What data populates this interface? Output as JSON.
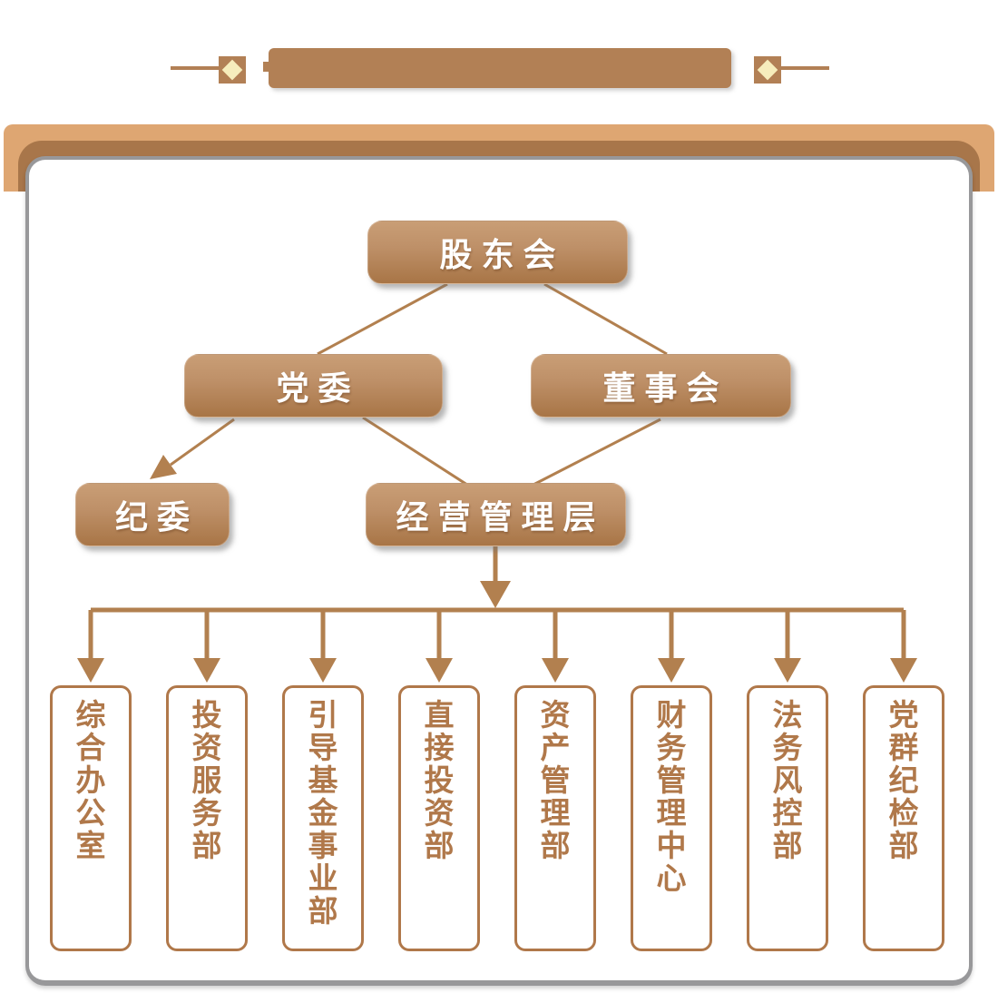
{
  "header": {
    "decor": {
      "left_diamond_icon": "diamond",
      "right_diamond_icon": "diamond"
    },
    "colors": {
      "banner": "#B28055",
      "diamond": "#F6EDBC"
    }
  },
  "panel": {
    "colors": {
      "band": "#DEA672",
      "band_inner": "#A8764A",
      "border": "#98989A",
      "background": "#FFFFFF"
    }
  },
  "org": {
    "nodes": {
      "shareholders": {
        "label": "股东会"
      },
      "party_committee": {
        "label": "党委"
      },
      "board": {
        "label": "董事会"
      },
      "discipline": {
        "label": "纪委"
      },
      "management": {
        "label": "经营管理层"
      }
    },
    "departments": [
      {
        "label": "综合办公室"
      },
      {
        "label": "投资服务部"
      },
      {
        "label": "引导基金事业部"
      },
      {
        "label": "直接投资部"
      },
      {
        "label": "资产管理部"
      },
      {
        "label": "财务管理中心"
      },
      {
        "label": "法务风控部"
      },
      {
        "label": "党群纪检部"
      }
    ],
    "colors": {
      "node_gradient_top": "#C99E76",
      "node_gradient_bottom": "#A87546",
      "node_text": "#FFFFFF",
      "connector": "#B2804F",
      "dept_border": "#B0784A",
      "dept_text": "#B0784A"
    }
  }
}
